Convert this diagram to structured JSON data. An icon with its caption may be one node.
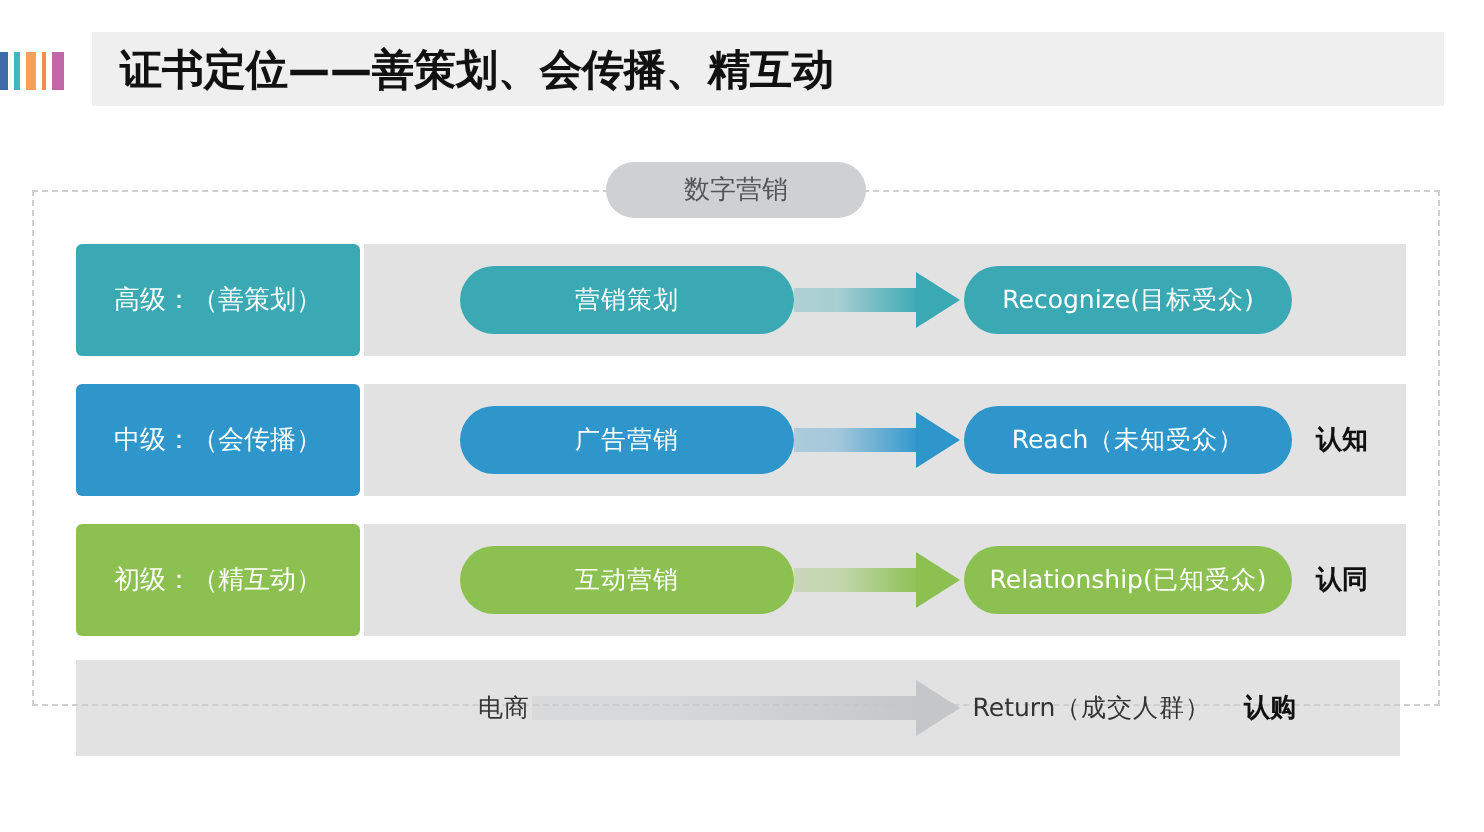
{
  "diagram": {
    "title": "证书定位——善策划、会传播、精互动",
    "nodes": [
      {
        "text": [
          "数字营销"
        ]
      },
      {
        "text": [
          "高级：（善策划）"
        ],
        "in": 0
      },
      {
        "text": [
          "营销策划"
        ],
        "in": 0
      },
      {
        "text": [
          "Recognize(目标受众)"
        ],
        "in": 0
      },
      {
        "text": [
          "中级：（会传播）"
        ],
        "in": 0
      },
      {
        "text": [
          "广告营销"
        ],
        "in": 0
      },
      {
        "text": [
          "Reach（未知受众）"
        ],
        "in": 0,
        "beside": [
          "认知"
        ]
      },
      {
        "text": [
          "初级：（精互动）"
        ],
        "in": 0
      },
      {
        "text": [
          "互动营销"
        ],
        "in": 0
      },
      {
        "text": [
          "Relationship(已知受众)"
        ],
        "in": 0,
        "beside": [
          "认同"
        ]
      },
      {
        "text": [
          "电商"
        ]
      },
      {
        "text": [
          "Return（成交人群）"
        ],
        "beside": [
          "认购"
        ]
      }
    ],
    "edges": [
      {
        "from": 2,
        "to": 3,
        "arrow": "to",
        "style": "thick",
        "color": "#3aa9b4"
      },
      {
        "from": 5,
        "to": 6,
        "arrow": "to",
        "style": "thick",
        "color": "#2f96cc"
      },
      {
        "from": 8,
        "to": 9,
        "arrow": "to",
        "style": "thick",
        "color": "#8cc152"
      },
      {
        "from": 10,
        "to": 11,
        "arrow": "to",
        "style": "thick",
        "color": "#c4c6c9"
      }
    ]
  }
}
